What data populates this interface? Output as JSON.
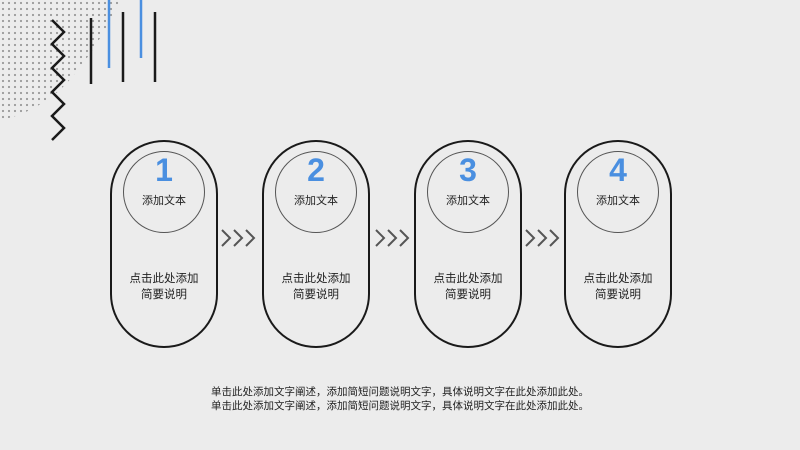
{
  "steps": [
    {
      "number": "1",
      "label": "添加文本",
      "desc_line1": "点击此处添加",
      "desc_line2": "简要说明"
    },
    {
      "number": "2",
      "label": "添加文本",
      "desc_line1": "点击此处添加",
      "desc_line2": "简要说明"
    },
    {
      "number": "3",
      "label": "添加文本",
      "desc_line1": "点击此处添加",
      "desc_line2": "简要说明"
    },
    {
      "number": "4",
      "label": "添加文本",
      "desc_line1": "点击此处添加",
      "desc_line2": "简要说明"
    }
  ],
  "caption": {
    "line1": "单击此处添加文字阐述，添加简短问题说明文字，具体说明文字在此处添加此处。",
    "line2": "单击此处添加文字阐述，添加简短问题说明文字，具体说明文字在此处添加此处。"
  },
  "colors": {
    "accent": "#4a8fe0",
    "outline": "#1a1a1a",
    "background": "#ececec",
    "dots": "#999999"
  }
}
